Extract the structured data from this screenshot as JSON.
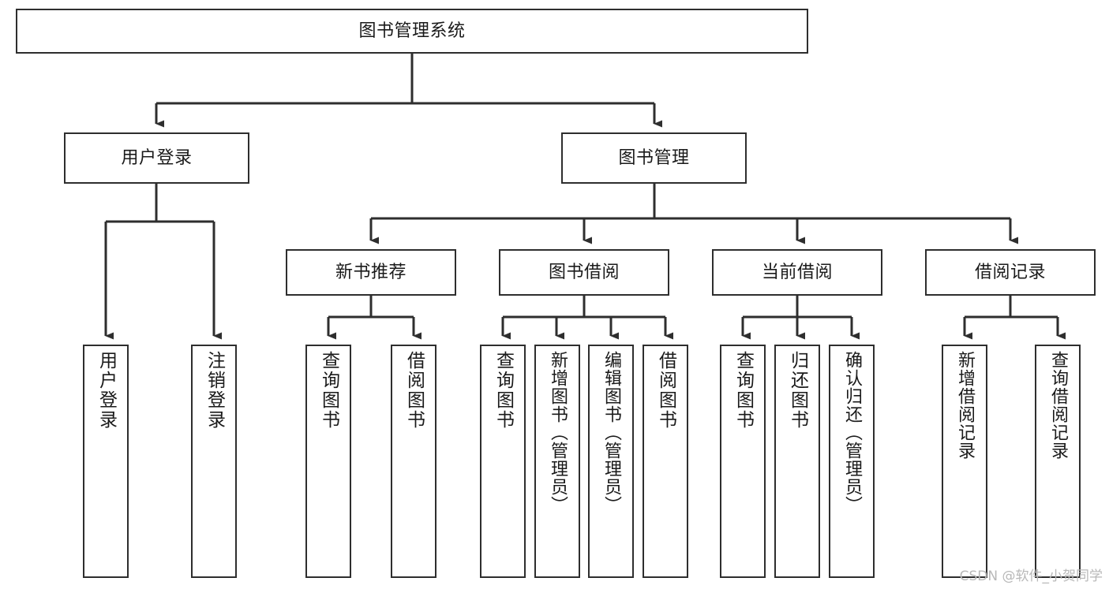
{
  "diagram": {
    "title": "图书管理系统",
    "type": "tree-hierarchy-diagram",
    "root": {
      "id": "root",
      "label": "图书管理系统"
    },
    "level2": [
      {
        "id": "user-login",
        "label": "用户登录"
      },
      {
        "id": "book-manage",
        "label": "图书管理"
      }
    ],
    "level3": [
      {
        "id": "new-book-recommend",
        "label": "新书推荐"
      },
      {
        "id": "book-borrow",
        "label": "图书借阅"
      },
      {
        "id": "current-borrow",
        "label": "当前借阅"
      },
      {
        "id": "borrow-record",
        "label": "借阅记录"
      }
    ],
    "leaves": [
      {
        "id": "leaf-user-login",
        "label": "用户登录"
      },
      {
        "id": "leaf-logout-login",
        "label": "注销登录"
      },
      {
        "id": "leaf-query-book-1",
        "label": "查询图书"
      },
      {
        "id": "leaf-borrow-book-1",
        "label": "借阅图书"
      },
      {
        "id": "leaf-query-book-2",
        "label": "查询图书"
      },
      {
        "id": "leaf-add-book-admin",
        "label": "新增图书（管理员）"
      },
      {
        "id": "leaf-edit-book-admin",
        "label": "编辑图书（管理员）"
      },
      {
        "id": "leaf-borrow-book-2",
        "label": "借阅图书"
      },
      {
        "id": "leaf-query-book-3",
        "label": "查询图书"
      },
      {
        "id": "leaf-return-book",
        "label": "归还图书"
      },
      {
        "id": "leaf-confirm-return-admin",
        "label": "确认归还（管理员）"
      },
      {
        "id": "leaf-add-borrow-record",
        "label": "新增借阅记录"
      },
      {
        "id": "leaf-query-borrow-record",
        "label": "查询借阅记录"
      }
    ],
    "colors": {
      "box_border": "#2e2e2e",
      "box_fill": "#ffffff",
      "connector": "#2e2e2e",
      "text": "#1a1a1a",
      "watermark": "#b8b8b8",
      "background": "#ffffff"
    }
  },
  "watermark": {
    "text": "CSDN @软件_小贺同学"
  }
}
